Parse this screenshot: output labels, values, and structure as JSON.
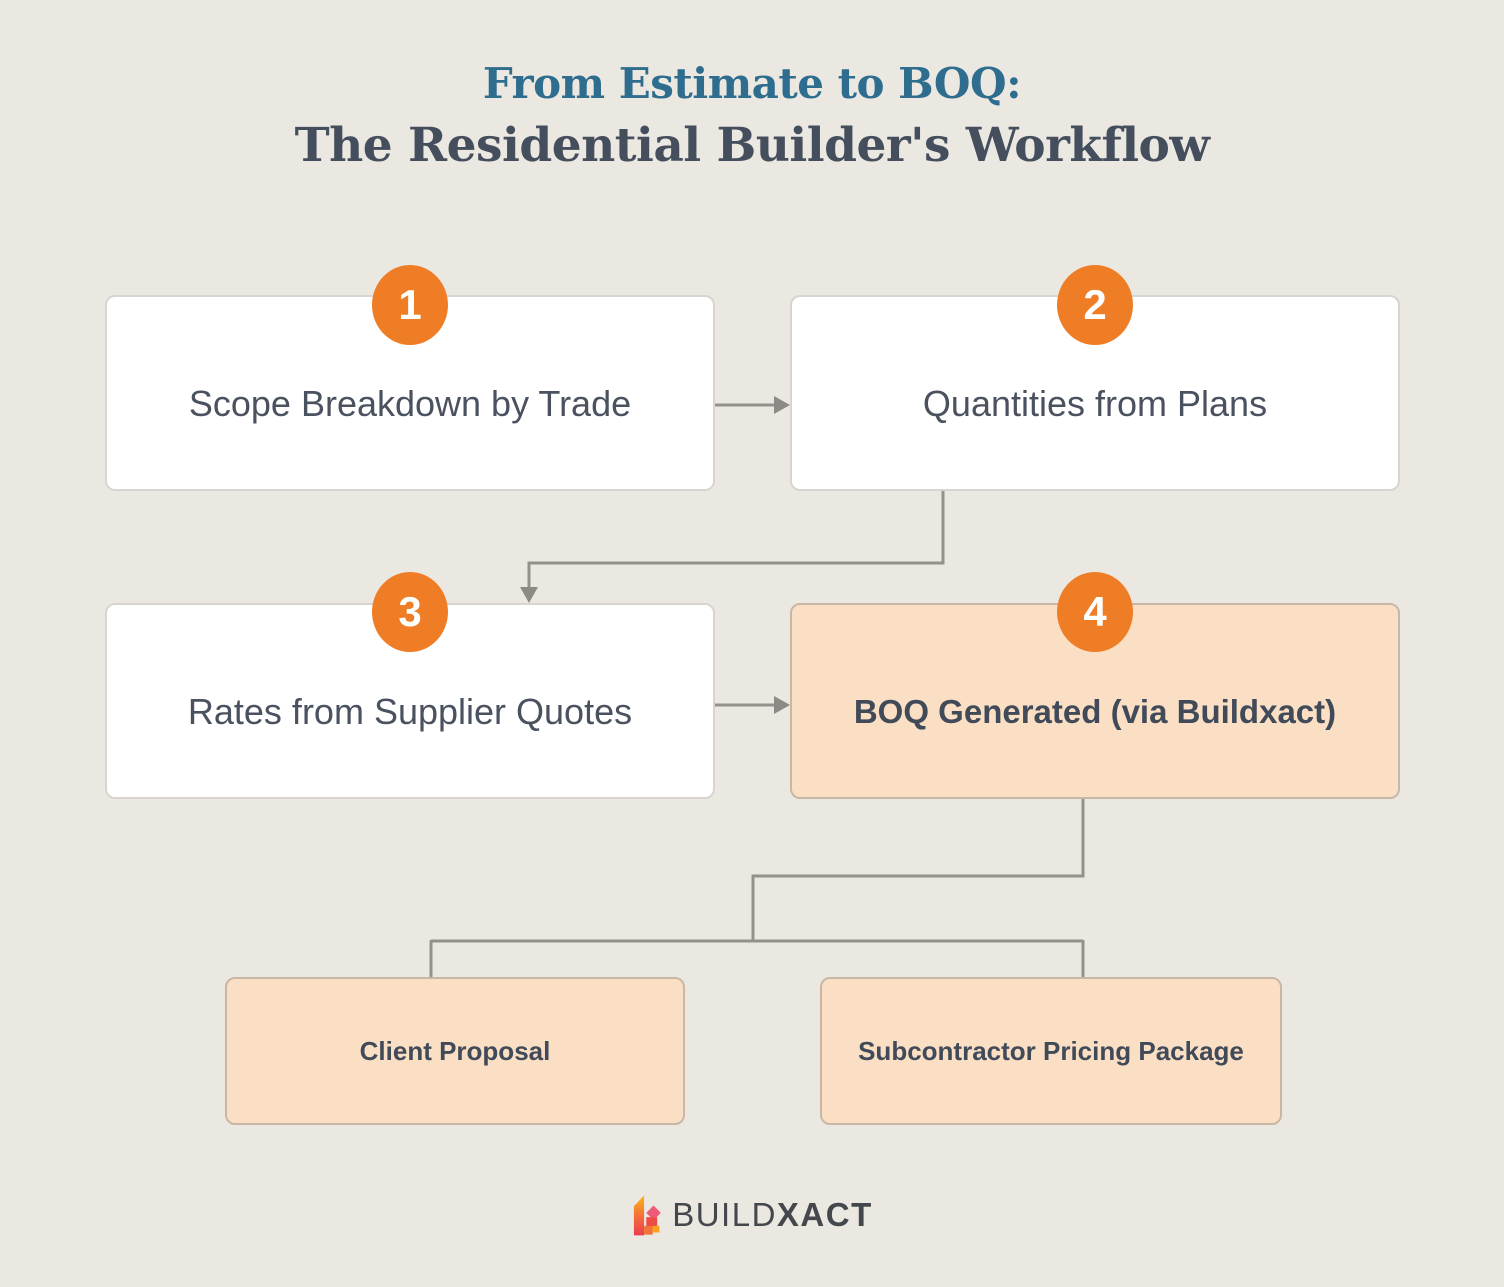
{
  "title": {
    "line1": "From Estimate to BOQ:",
    "line2": "The Residential Builder's Workflow"
  },
  "steps": [
    {
      "number": "1",
      "label": "Scope Breakdown by Trade",
      "highlighted": false
    },
    {
      "number": "2",
      "label": "Quantities from Plans",
      "highlighted": false
    },
    {
      "number": "3",
      "label": "Rates from Supplier Quotes",
      "highlighted": false
    },
    {
      "number": "4",
      "label": "BOQ Generated (via Buildxact)",
      "highlighted": true
    }
  ],
  "outputs": [
    {
      "label": "Client Proposal"
    },
    {
      "label": "Subcontractor Pricing Package"
    }
  ],
  "logo": {
    "brand": "Buildxact",
    "word_part_1": "BUILD",
    "word_part_2": "XACT",
    "icon": "buildxact-b-mark"
  },
  "colors": {
    "background": "#ebe7e1",
    "accent_orange": "#ee7d25",
    "peach_fill": "#fbdfc4",
    "peach_border": "#c9b7a5",
    "white_card_border": "#d8d5d0",
    "title_teal": "#2f6d8f",
    "title_dark": "#454e5c",
    "body_text": "#4a5260",
    "connector_gray": "#94918c"
  }
}
